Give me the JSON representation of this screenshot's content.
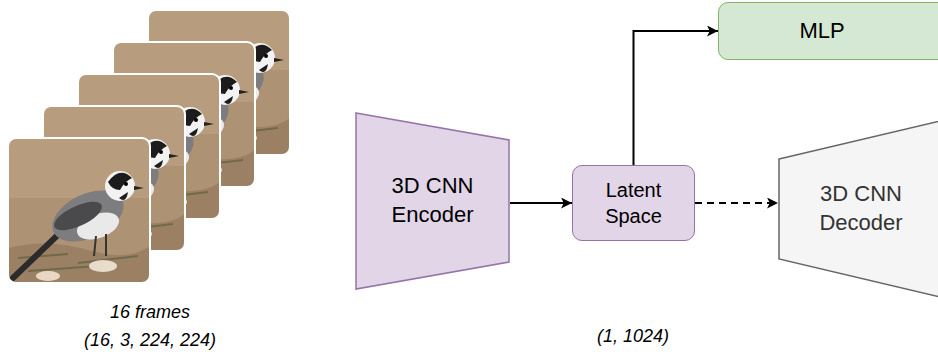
{
  "diagram": {
    "nodes": [
      {
        "text": [
          "3D CNN Encoder"
        ]
      },
      {
        "text": [
          "Latent Space"
        ]
      },
      {
        "text": [
          "MLP"
        ]
      },
      {
        "text": [
          "3D CNN Decoder"
        ]
      }
    ],
    "edges": [
      {
        "from": 0,
        "to": 1,
        "arrow": "to"
      },
      {
        "from": 1,
        "to": 2,
        "arrow": "to"
      },
      {
        "from": 1,
        "to": 3,
        "arrow": "to"
      }
    ],
    "labels": [
      "16 frames",
      "(16, 3, 224, 224)",
      "(1, 1024)"
    ]
  }
}
